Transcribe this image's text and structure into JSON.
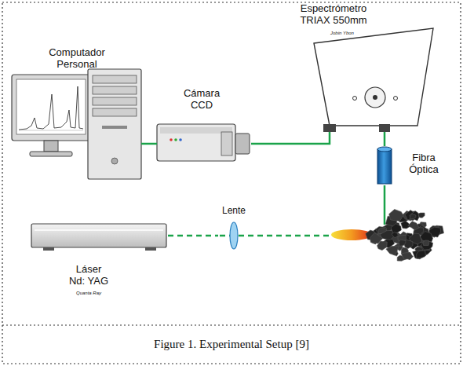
{
  "diagram": {
    "caption": "Figure 1. Experimental Setup [9]",
    "nodes": [
      {
        "text": [
          "Computador Personal"
        ]
      },
      {
        "text": [
          "Cámara CCD"
        ]
      },
      {
        "text": [
          "Espectrómetro TRIAX 550mm",
          "Jobin Ybon"
        ]
      },
      {
        "text": [
          "Fibra Óptica"
        ]
      },
      {
        "text": [
          "Láser Nd: YAG",
          "Quanta Ray"
        ]
      },
      {
        "text": [
          "Lente"
        ]
      }
    ],
    "edges": [
      {
        "from": 0,
        "to": 1,
        "arrow": "none"
      },
      {
        "from": 1,
        "to": 2,
        "arrow": "none"
      },
      {
        "from": 2,
        "to": 3,
        "arrow": "none"
      },
      {
        "from": 4,
        "to": 5,
        "arrow": "none"
      }
    ]
  }
}
